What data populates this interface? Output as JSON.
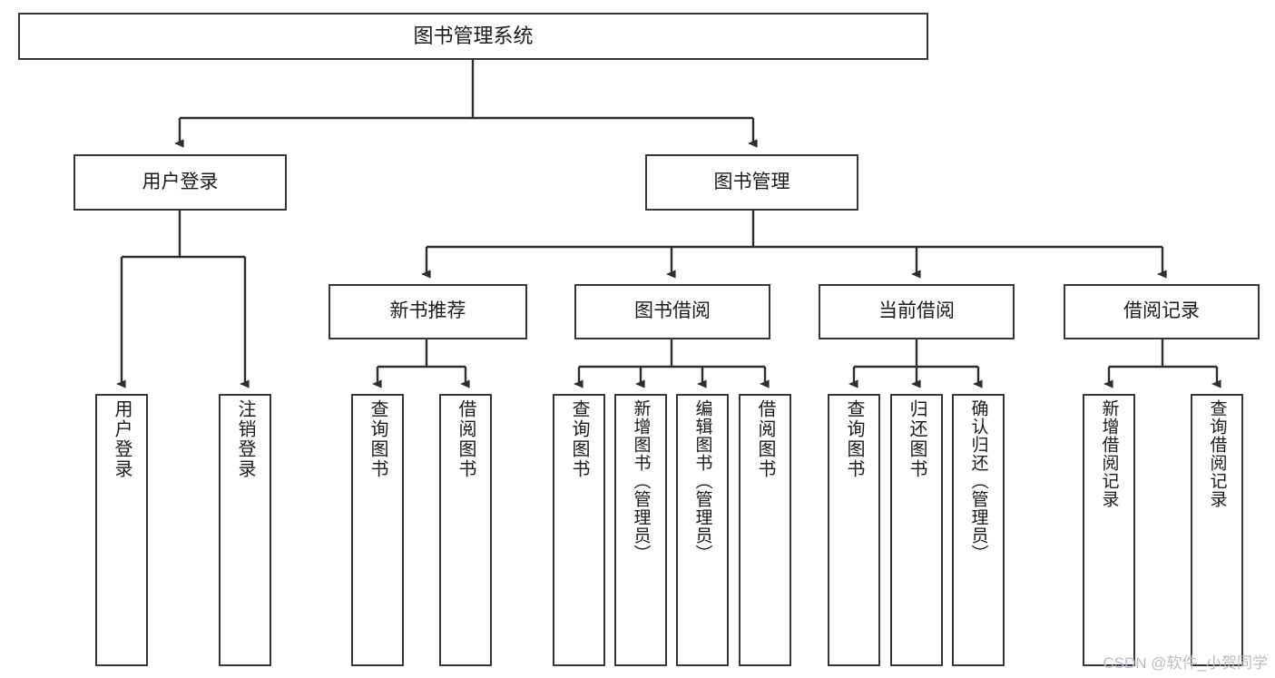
{
  "diagram": {
    "title": "图书管理系统",
    "type": "tree-hierarchy-diagram",
    "colors": {
      "box_border": "#33383d",
      "box_fill": "#ffffff",
      "edge": "#2b2f33",
      "text": "#1a1a1a",
      "watermark": "#b9bcc0",
      "background": "#ffffff"
    },
    "nodes": {
      "root": {
        "label": "图书管理系统"
      },
      "level2": [
        {
          "label": "用户登录"
        },
        {
          "label": "图书管理"
        }
      ],
      "level3": [
        {
          "label": "新书推荐"
        },
        {
          "label": "图书借阅"
        },
        {
          "label": "当前借阅"
        },
        {
          "label": "借阅记录"
        }
      ],
      "leaves": {
        "user_login": [
          {
            "label": "用户登录"
          },
          {
            "label": "注销登录"
          }
        ],
        "new_book": [
          {
            "label": "查询图书"
          },
          {
            "label": "借阅图书"
          }
        ],
        "book_borrow": [
          {
            "label": "查询图书"
          },
          {
            "label": "新增图书（管理员）"
          },
          {
            "label": "编辑图书（管理员）"
          },
          {
            "label": "借阅图书"
          }
        ],
        "current_borrow": [
          {
            "label": "查询图书"
          },
          {
            "label": "归还图书"
          },
          {
            "label": "确认归还（管理员）"
          }
        ],
        "borrow_record": [
          {
            "label": "新增借阅记录"
          },
          {
            "label": "查询借阅记录"
          }
        ]
      }
    },
    "watermark": "CSDN @软件_小贺同学"
  }
}
